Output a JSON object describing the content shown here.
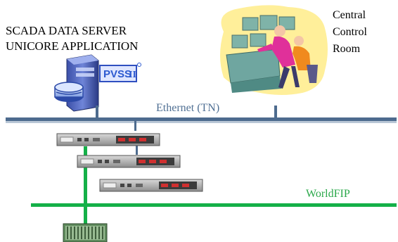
{
  "title": {
    "line1": "SCADA DATA SERVER",
    "line2": "UNICORE APPLICATION"
  },
  "server": {
    "logo_text": "PVSS",
    "logo_suffix": "II"
  },
  "control_room": {
    "line1": "Central",
    "line2": "Control",
    "line3": "Room"
  },
  "networks": {
    "ethernet_label": "Ethernet (TN)",
    "worldfip_label": "WorldFIP"
  },
  "colors": {
    "ethernet": "#4d6b8e",
    "ethernet_label": "#4f6f93",
    "worldfip": "#14b048",
    "worldfip_label": "#2aa84a",
    "room_blob": "#ffef9a"
  }
}
